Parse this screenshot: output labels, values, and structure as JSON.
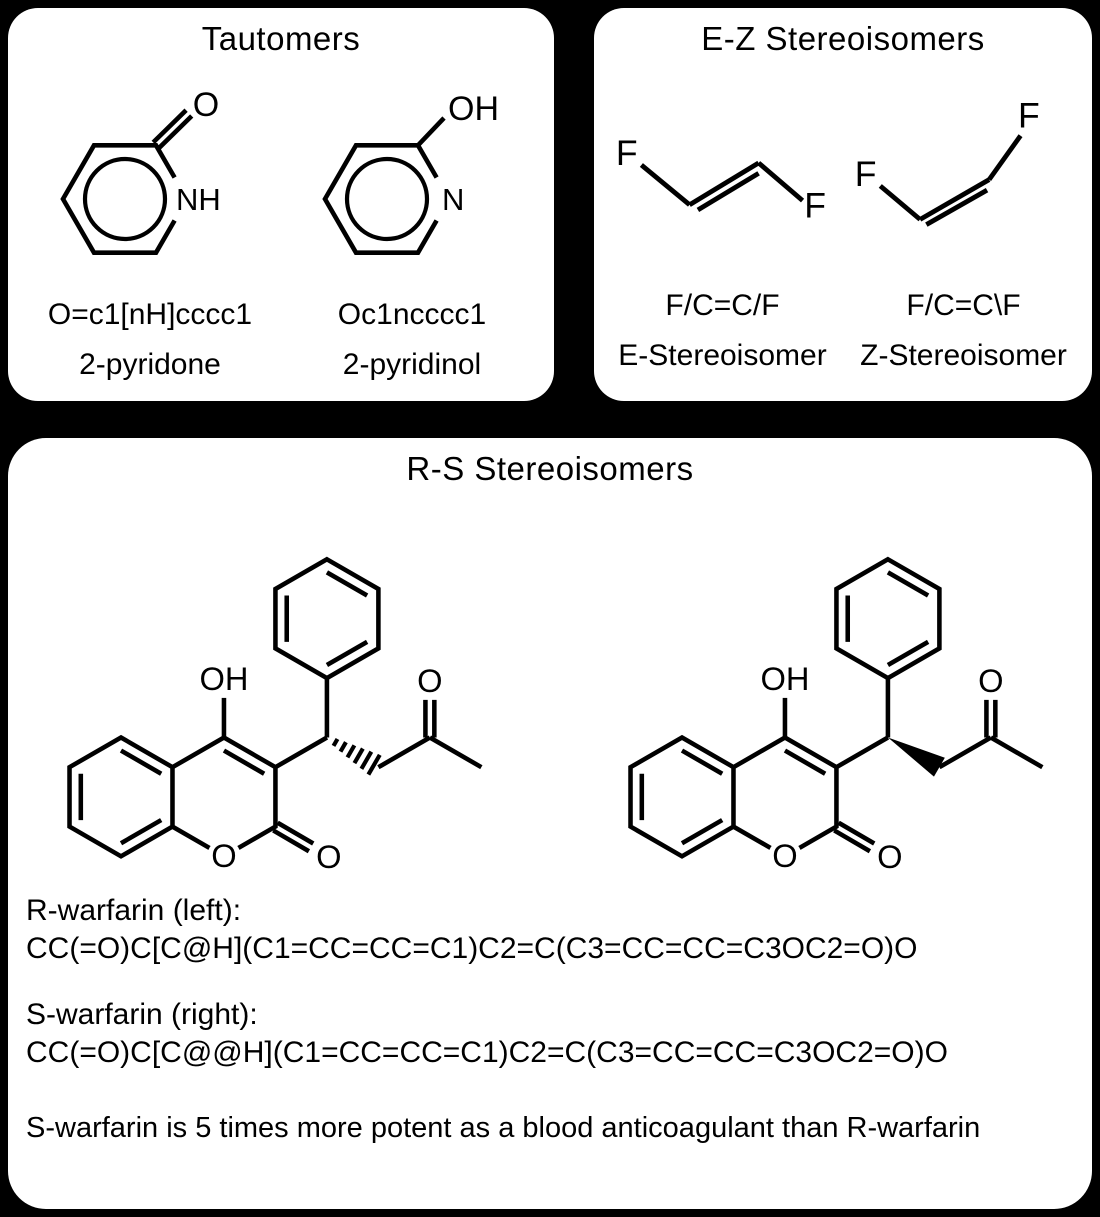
{
  "tautomers": {
    "title": "Tautomers",
    "left": {
      "smiles": "O=c1[nH]cccc1",
      "name": "2-pyridone",
      "labels": {
        "carbonyl_o": "O",
        "nh": "NH"
      }
    },
    "right": {
      "smiles": "Oc1ncccc1",
      "name": "2-pyridinol",
      "labels": {
        "oh": "OH",
        "n": "N"
      }
    }
  },
  "ez": {
    "title": "E-Z Stereoisomers",
    "left": {
      "smiles": "F/C=C/F",
      "name": "E-Stereoisomer",
      "labels": {
        "f1": "F",
        "f2": "F"
      }
    },
    "right": {
      "smiles": "F/C=C\\F",
      "name": "Z-Stereoisomer",
      "labels": {
        "f1": "F",
        "f2": "F"
      }
    }
  },
  "rs": {
    "title": "R-S Stereoisomers",
    "atom_labels": {
      "oh": "OH",
      "ring_o": "O",
      "lactone_o": "O",
      "ketone_o": "O"
    },
    "r_label": "R-warfarin (left):",
    "r_smiles": "CC(=O)C[C@H](C1=CC=CC=C1)C2=C(C3=CC=CC=C3OC2=O)O",
    "s_label": "S-warfarin (right):",
    "s_smiles": "CC(=O)C[C@@H](C1=CC=CC=C1)C2=C(C3=CC=CC=C3OC2=O)O",
    "note": "S-warfarin is 5 times more potent as a blood anticoagulant than R-warfarin"
  }
}
